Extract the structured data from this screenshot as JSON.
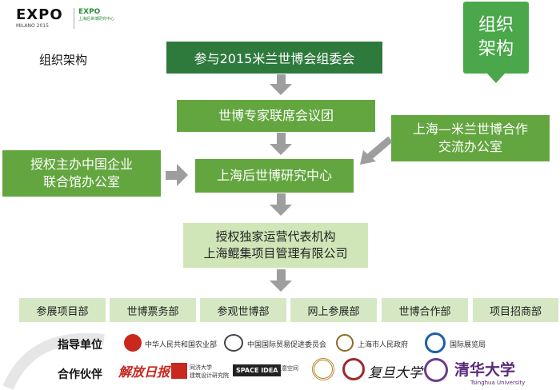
{
  "expo": {
    "logo_text": "EXPO",
    "sub_text": "MILANO 2015",
    "right_text": "EXPO",
    "right_sub": "上海后世博研究中心"
  },
  "page_title": "组织架构",
  "corner_badge": "组织\n架构",
  "boxes": {
    "committee": "参与2015米兰世博会组委会",
    "expert_panel": "世博专家联席会议团",
    "research_center": "上海后世博研究中心",
    "left_office": "授权主办中国企业\n联合馆办公室",
    "right_office": "上海—米兰世博合作\n交流办公室",
    "operator": "授权独家运营代表机构\n上海鲲集项目管理有限公司"
  },
  "departments": [
    "参展项目部",
    "世博票务部",
    "参观世博部",
    "网上参展部",
    "世博合作部",
    "项目招商部"
  ],
  "guidance": {
    "label": "指导单位",
    "orgs": [
      "中华人民共和国农业部",
      "中国国际贸易促进委员会",
      "上海市人民政府",
      "国际展览局"
    ]
  },
  "partners": {
    "label": "合作伙伴",
    "orgs": [
      "解放日报",
      "同济大学",
      "建筑设计研究院",
      "SPACE IDEA",
      "点意空间",
      "复旦大学",
      "清华大学",
      "Tsinghua University"
    ]
  },
  "colors": {
    "dark_green": "#2e7a3c",
    "mid_green": "#63a63f",
    "light_green": "#d0e6b8",
    "badge_green": "#4aa84a",
    "arrow_gray": "#9e9e9e"
  }
}
